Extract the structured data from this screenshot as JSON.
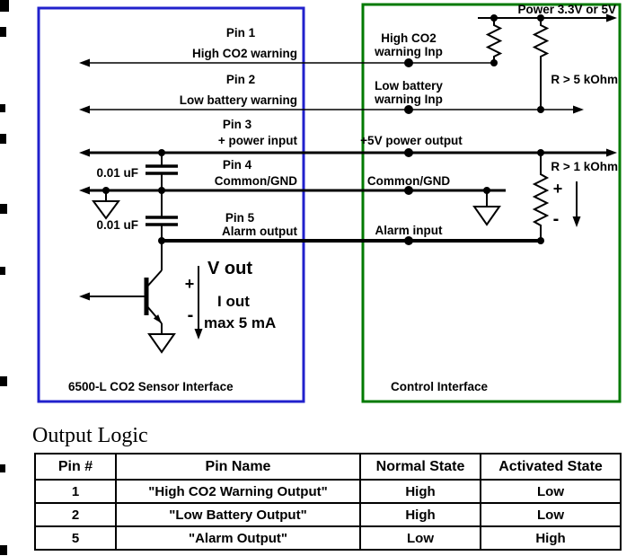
{
  "colors": {
    "background": "#ffffff",
    "sensor_box_border": "#2121cc",
    "control_box_border": "#007a00",
    "wire": "#000000"
  },
  "schematic": {
    "sensor_box": {
      "title": "6500-L CO2 Sensor Interface",
      "pins": [
        {
          "pin": "Pin 1",
          "signal": "High CO2 warning"
        },
        {
          "pin": "Pin 2",
          "signal": "Low battery warning"
        },
        {
          "pin": "Pin 3",
          "signal": "+ power input"
        },
        {
          "pin": "Pin 4",
          "signal": "Common/GND"
        },
        {
          "pin": "Pin 5",
          "signal": "Alarm output"
        }
      ],
      "capacitor1_value": "0.01 uF",
      "capacitor2_value": "0.01 uF",
      "v_out": "V out",
      "i_out": "I out",
      "max_current": "max 5 mA",
      "plus": "+",
      "minus": "-"
    },
    "control_box": {
      "title": "Control Interface",
      "power_label": "Power 3.3V or 5V",
      "pullup_resistor_label": "R > 5 kOhm",
      "alarm_resistor_label": "R > 1 kOhm",
      "plus": "+",
      "minus": "-",
      "terminals": [
        {
          "line1": "High CO2",
          "line2": "warning Inp"
        },
        {
          "line1": "Low battery",
          "line2": "warning Inp"
        },
        {
          "line1": "+5V power output"
        },
        {
          "line1": "Common/GND"
        },
        {
          "line1": "Alarm input"
        }
      ]
    }
  },
  "output_logic": {
    "title": "Output Logic",
    "headers": [
      "Pin #",
      "Pin Name",
      "Normal State",
      "Activated State"
    ],
    "rows": [
      {
        "pin": "1",
        "name": "\"High CO2 Warning Output\"",
        "normal": "High",
        "activated": "Low"
      },
      {
        "pin": "2",
        "name": "\"Low Battery Output\"",
        "normal": "High",
        "activated": "Low"
      },
      {
        "pin": "5",
        "name": "\"Alarm Output\"",
        "normal": "Low",
        "activated": "High"
      }
    ]
  }
}
